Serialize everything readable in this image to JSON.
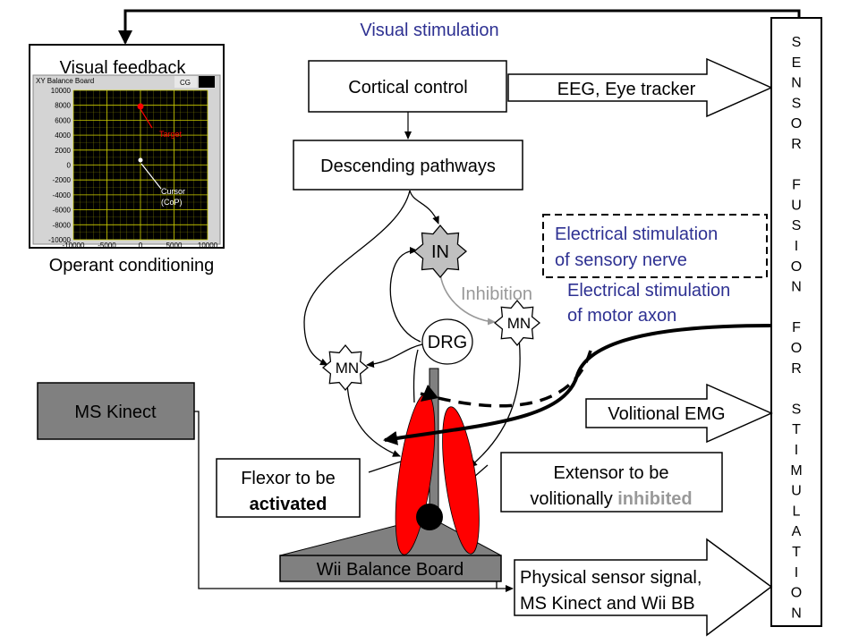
{
  "top_label": "Visual stimulation",
  "visual_feedback": {
    "title": "Visual feedback",
    "panel_title": "XY Balance Board",
    "panel_button": "CG",
    "y_ticks": [
      "10000",
      "8000",
      "6000",
      "4000",
      "2000",
      "0",
      "-2000",
      "-4000",
      "-6000",
      "-8000",
      "-10000"
    ],
    "x_ticks": [
      "-10000",
      "-5000",
      "0",
      "5000",
      "10000"
    ],
    "target_label": "Target",
    "cursor_label": [
      "Cursor",
      "(CoP)"
    ],
    "caption": "Operant conditioning",
    "colors": {
      "plot_bg": "#000000",
      "grid": "#c8c800",
      "target": "#ff0000",
      "cursor": "#ffffff"
    }
  },
  "cortical_control": "Cortical control",
  "descending_pathways": "Descending pathways",
  "eeg_arrow": "EEG, Eye tracker",
  "sensor_fusion_letters": [
    "S",
    "E",
    "N",
    "S",
    "O",
    "R",
    "",
    "F",
    "U",
    "S",
    "I",
    "O",
    "N",
    "",
    "F",
    "O",
    "R",
    "",
    "S",
    "T",
    "I",
    "M",
    "U",
    "L",
    "A",
    "T",
    "I",
    "O",
    "N"
  ],
  "sensory_stim": [
    "Electrical stimulation",
    "of sensory nerve"
  ],
  "motor_stim": [
    "Electrical stimulation",
    "of motor axon"
  ],
  "nodes": {
    "in": "IN",
    "mn_right": "MN",
    "mn_left": "MN",
    "drg": "DRG"
  },
  "inhibition": "Inhibition",
  "ms_kinect": "MS Kinect",
  "volitional_emg": "Volitional EMG",
  "flexor": {
    "line1": "Flexor to be",
    "line2": "activated"
  },
  "extensor": {
    "line1": "Extensor to be",
    "line2a": "volitionally ",
    "line2b": "inhibited"
  },
  "wii": "Wii Balance Board",
  "physical_arrow": [
    "Physical sensor signal,",
    "MS Kinect and Wii BB"
  ],
  "colors": {
    "blue_text": "#2e3192",
    "muscle": "#ff0000",
    "gray_box": "#808080",
    "in_node": "#c0c0c0",
    "inhibition": "#999999"
  }
}
